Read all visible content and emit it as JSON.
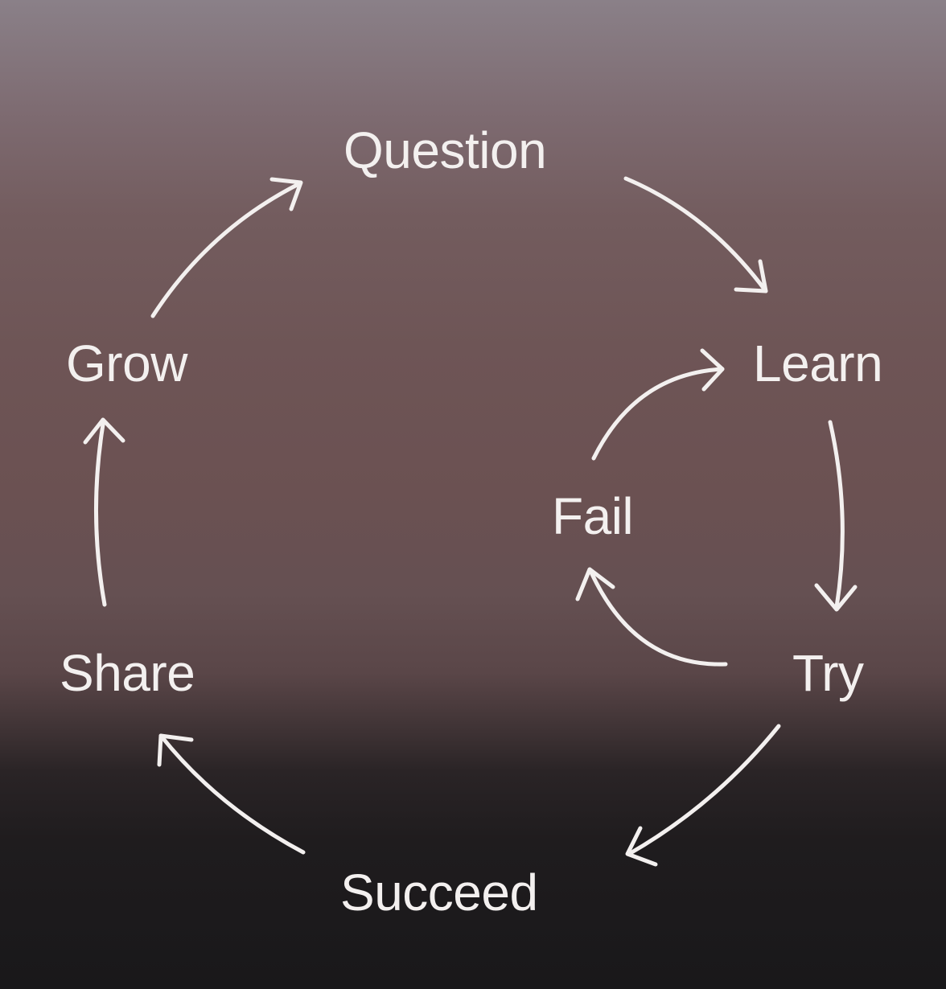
{
  "diagram": {
    "nodes": {
      "question": "Question",
      "learn": "Learn",
      "try": "Try",
      "fail": "Fail",
      "succeed": "Succeed",
      "share": "Share",
      "grow": "Grow"
    },
    "edges": [
      {
        "from": "Question",
        "to": "Learn"
      },
      {
        "from": "Learn",
        "to": "Try"
      },
      {
        "from": "Try",
        "to": "Fail"
      },
      {
        "from": "Fail",
        "to": "Learn"
      },
      {
        "from": "Try",
        "to": "Succeed"
      },
      {
        "from": "Succeed",
        "to": "Share"
      },
      {
        "from": "Share",
        "to": "Grow"
      },
      {
        "from": "Grow",
        "to": "Question"
      }
    ],
    "colors": {
      "text": "#f3f0ef",
      "background_top": "#8a8088",
      "background_bottom": "#19181a"
    }
  }
}
